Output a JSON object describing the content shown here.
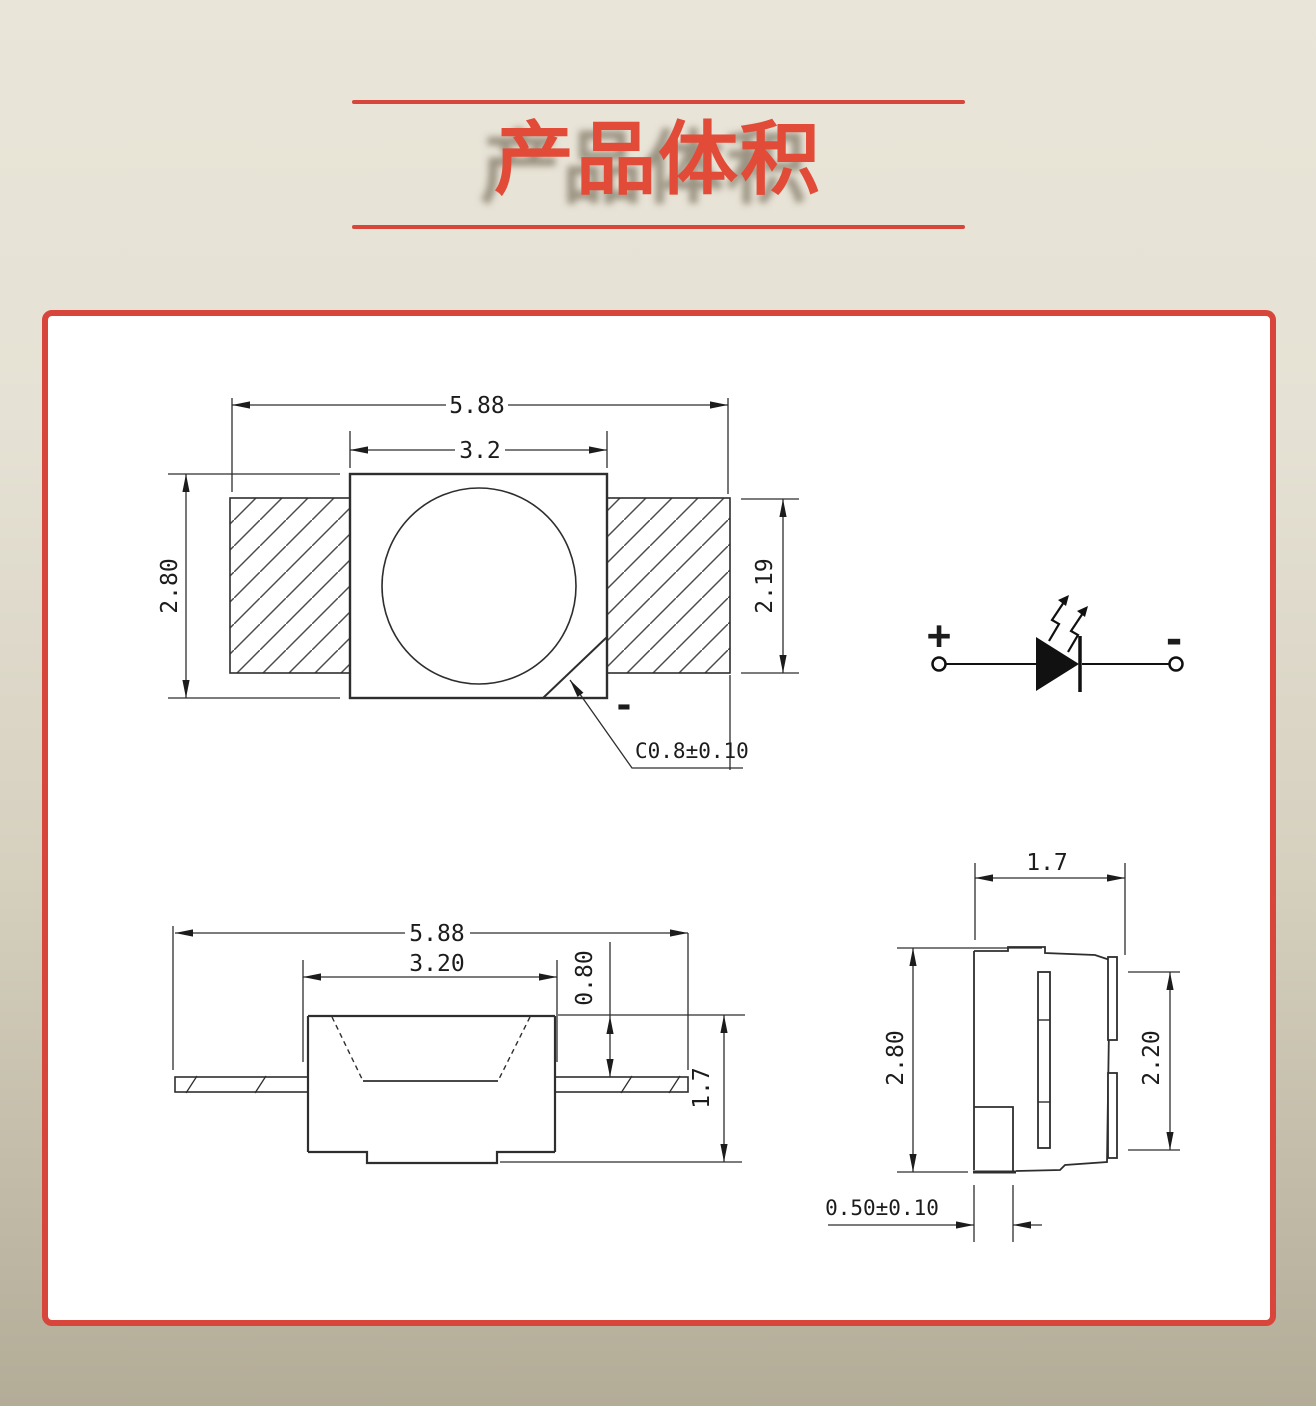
{
  "page": {
    "title": "产品体积"
  },
  "panel": {
    "top_view": {
      "dim_overall_width": "5.88",
      "dim_body_width": "3.2",
      "dim_body_height": "2.80",
      "dim_pad_height": "2.19",
      "chamfer_label": "C0.8±0.10",
      "polarity_minus": "-"
    },
    "circuit_symbol": {
      "anode_label": "+",
      "cathode_label": "-"
    },
    "front_view": {
      "dim_overall_width": "5.88",
      "dim_body_width": "3.20",
      "dim_standoff": "0.80",
      "dim_height": "1.7"
    },
    "side_view": {
      "dim_depth": "1.7",
      "dim_height": "2.80",
      "dim_inner_height": "2.20",
      "dim_foot_width": "0.50±0.10"
    }
  },
  "colors": {
    "accent_red": "#d8453a",
    "title_red": "#e14b38",
    "drawing_line": "#2e2e2e",
    "background_top": "#e9e5d8",
    "background_bottom": "#b3ac97",
    "panel_background": "#ffffff"
  }
}
